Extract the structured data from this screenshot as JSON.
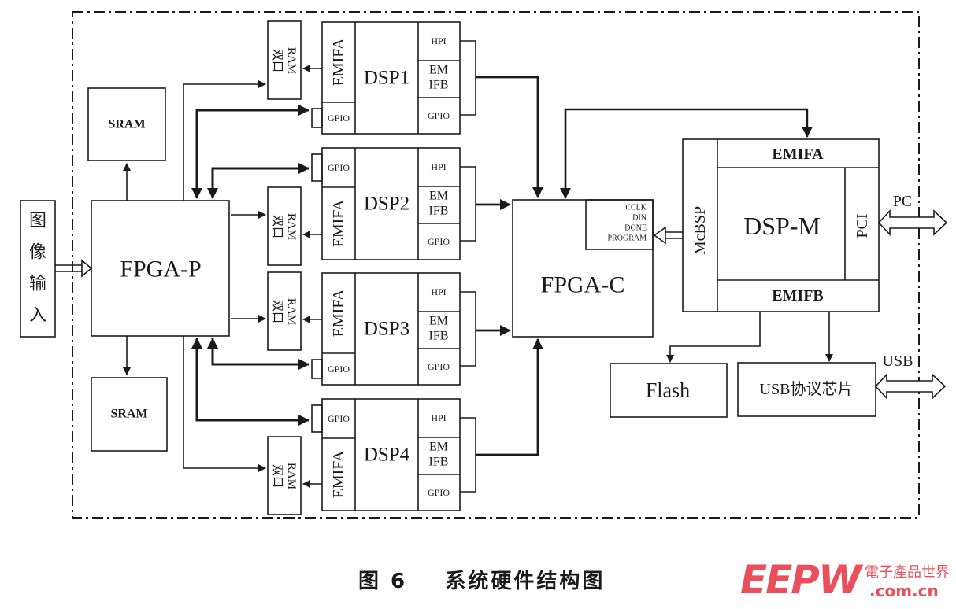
{
  "diagram": {
    "input_label": [
      "图",
      "像",
      "输",
      "入"
    ],
    "fpga_p": "FPGA-P",
    "fpga_c": "FPGA-C",
    "sram": "SRAM",
    "dual_ram": [
      "双口",
      "RAM"
    ],
    "emifa": "EMIFA",
    "emifb_split": [
      "EM",
      "IFB"
    ],
    "hpi": "HPI",
    "gpio": "GPIO",
    "dsps": [
      "DSP1",
      "DSP2",
      "DSP3",
      "DSP4"
    ],
    "config_pins": [
      "CCLK",
      "DIN",
      "DONE",
      "PROGRAM"
    ],
    "dsp_m": {
      "name": "DSP-M",
      "emifa": "EMIFA",
      "emifb": "EMIFB",
      "mcbsp": "McBSP",
      "pci": "PCI"
    },
    "pc_label": "PC",
    "usb_label": "USB",
    "flash": "Flash",
    "usb_chip": "USB协议芯片"
  },
  "caption": "图 6    系统硬件结构图",
  "watermark": {
    "logo": "EEPW",
    "cn": "電子產品世界",
    "url": ".com.cn",
    "color": "#e8505b"
  }
}
